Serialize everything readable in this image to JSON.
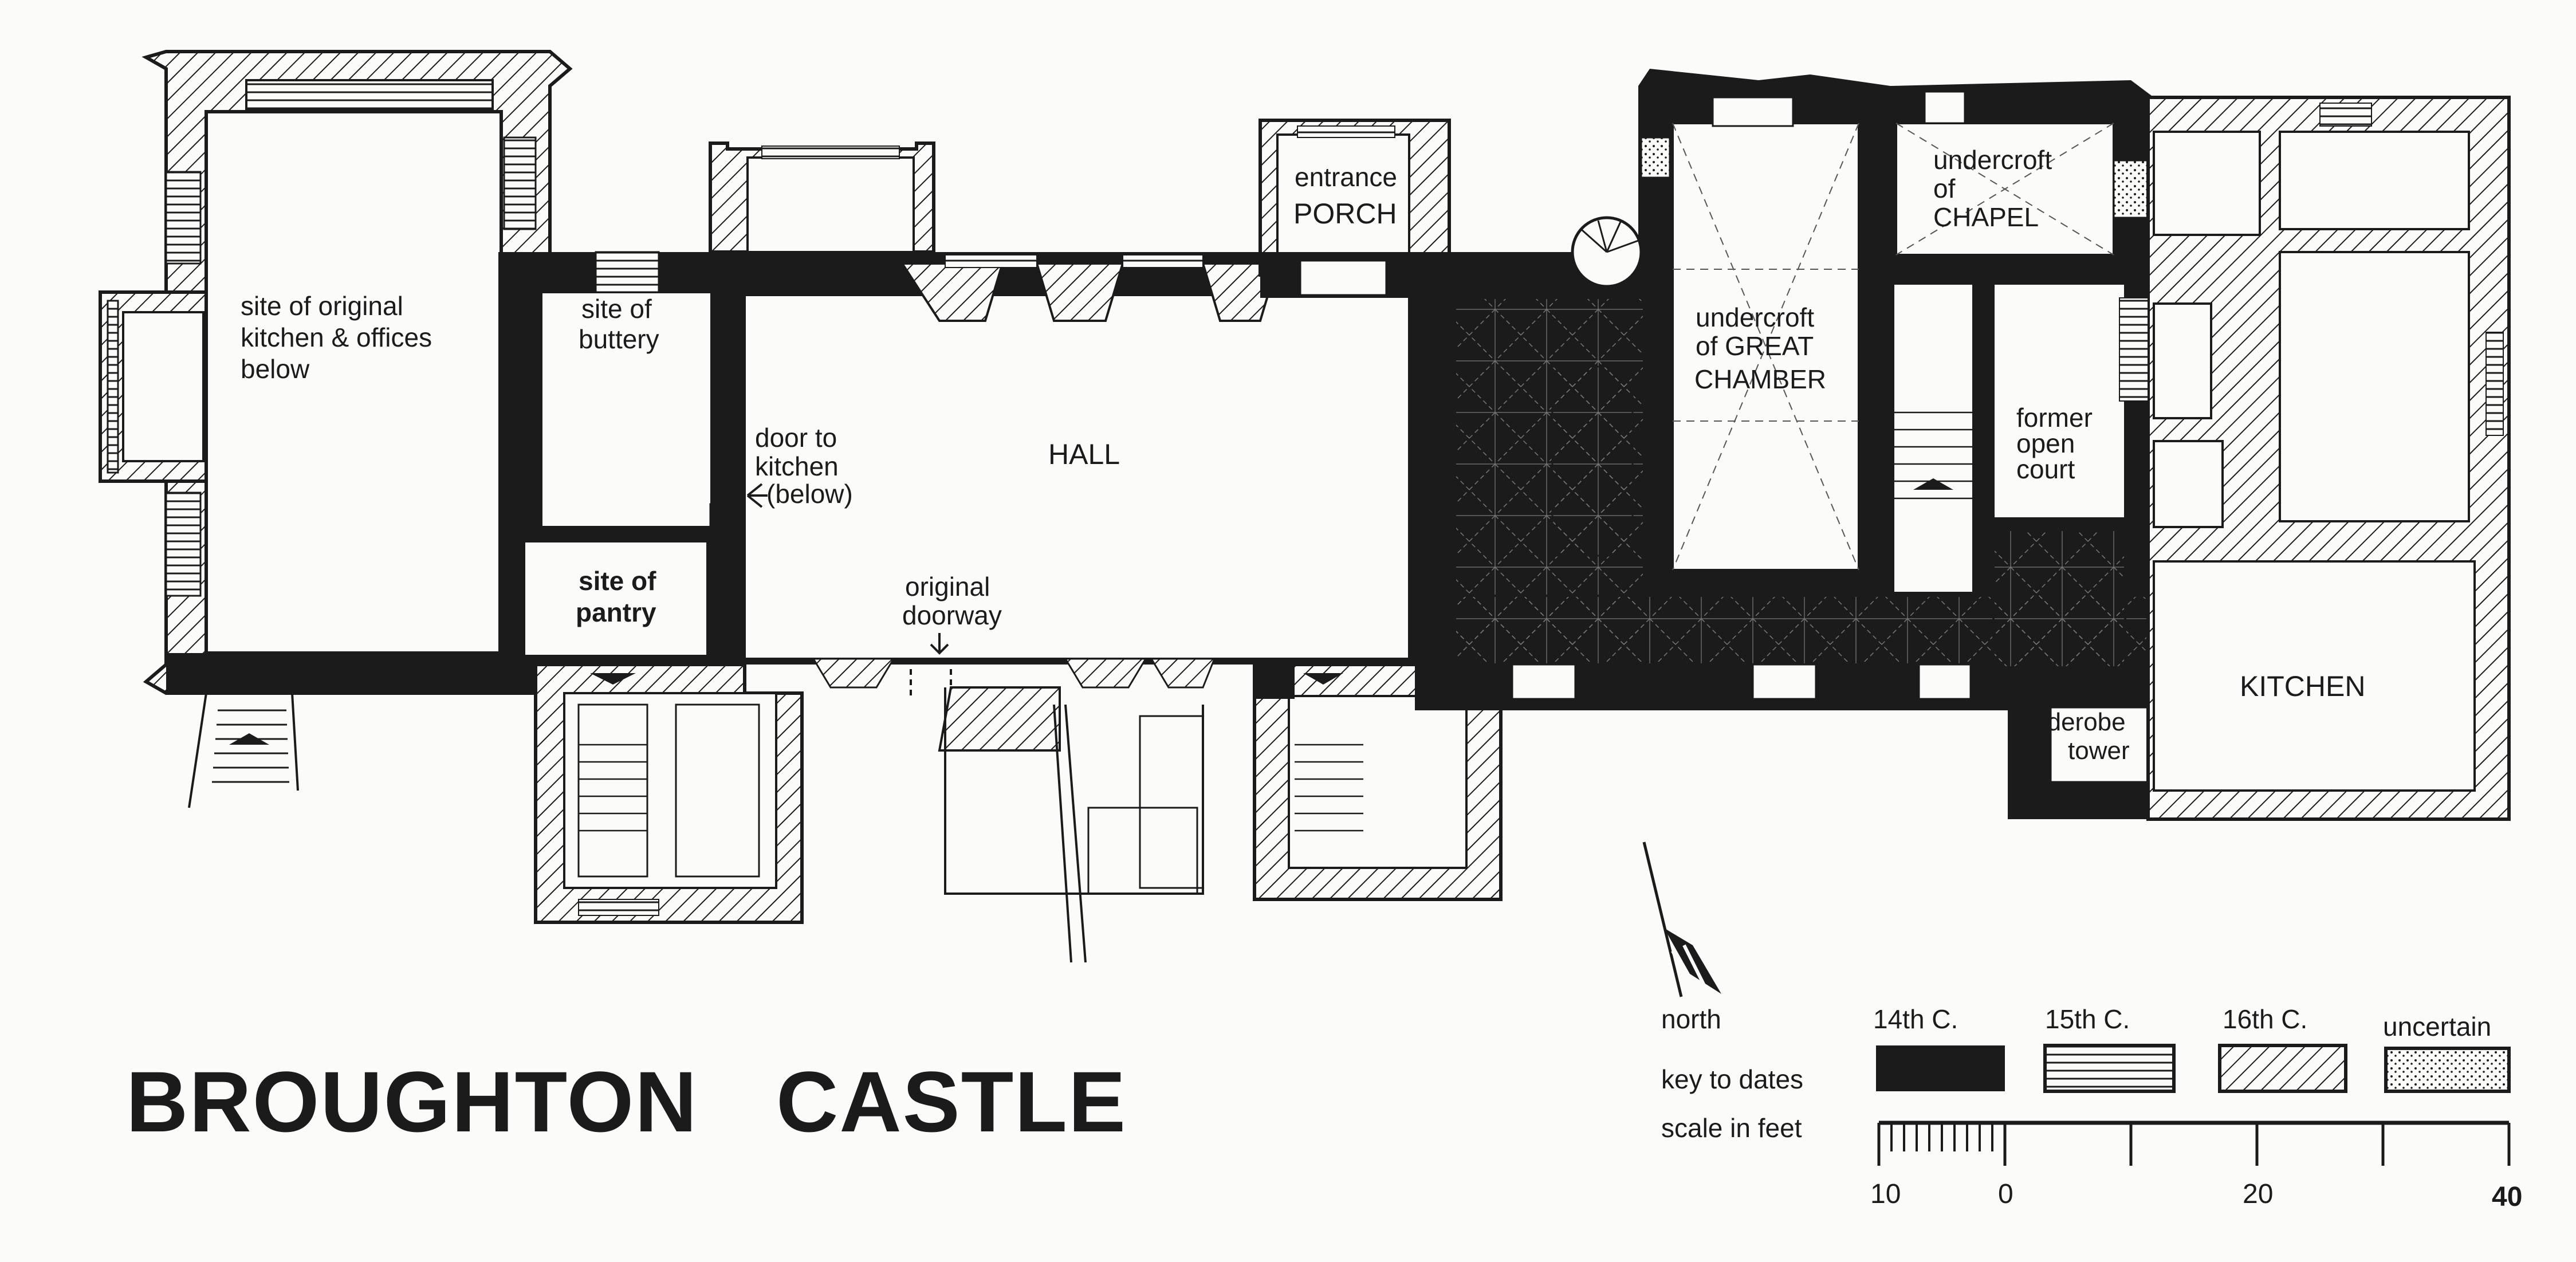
{
  "title_words": [
    "BROUGHTON",
    "CASTLE"
  ],
  "rooms": {
    "kitchen_offices": [
      "site of original",
      "kitchen & offices",
      "below"
    ],
    "buttery": [
      "site of",
      "buttery"
    ],
    "pantry": [
      "site of",
      "pantry"
    ],
    "door_to_kitchen": [
      "door to",
      "kitchen",
      "(below)"
    ],
    "hall": "HALL",
    "original_doorway": [
      "original",
      "doorway"
    ],
    "porch": [
      "entrance",
      "PORCH"
    ],
    "great_chamber": [
      "undercroft",
      "of GREAT",
      "CHAMBER"
    ],
    "chapel": [
      "undercroft",
      "of",
      "CHAPEL"
    ],
    "open_court": [
      "former",
      "open",
      "court"
    ],
    "kitchen": "KITCHEN",
    "garderobe": [
      "garderobe",
      "tower"
    ]
  },
  "legend": {
    "north": "north",
    "key_label": "key to dates",
    "scale_label": "scale in feet",
    "periods": [
      {
        "label": "14th C.",
        "pattern": "solid"
      },
      {
        "label": "15th C.",
        "pattern": "horizontal-lines"
      },
      {
        "label": "16th C.",
        "pattern": "diagonal-hatch"
      },
      {
        "label": "uncertain",
        "pattern": "stipple"
      }
    ],
    "scale_ticks": [
      "10",
      "0",
      "20",
      "40"
    ]
  },
  "colors": {
    "ink": "#1b1b1b",
    "paper": "#fbfbf9"
  }
}
